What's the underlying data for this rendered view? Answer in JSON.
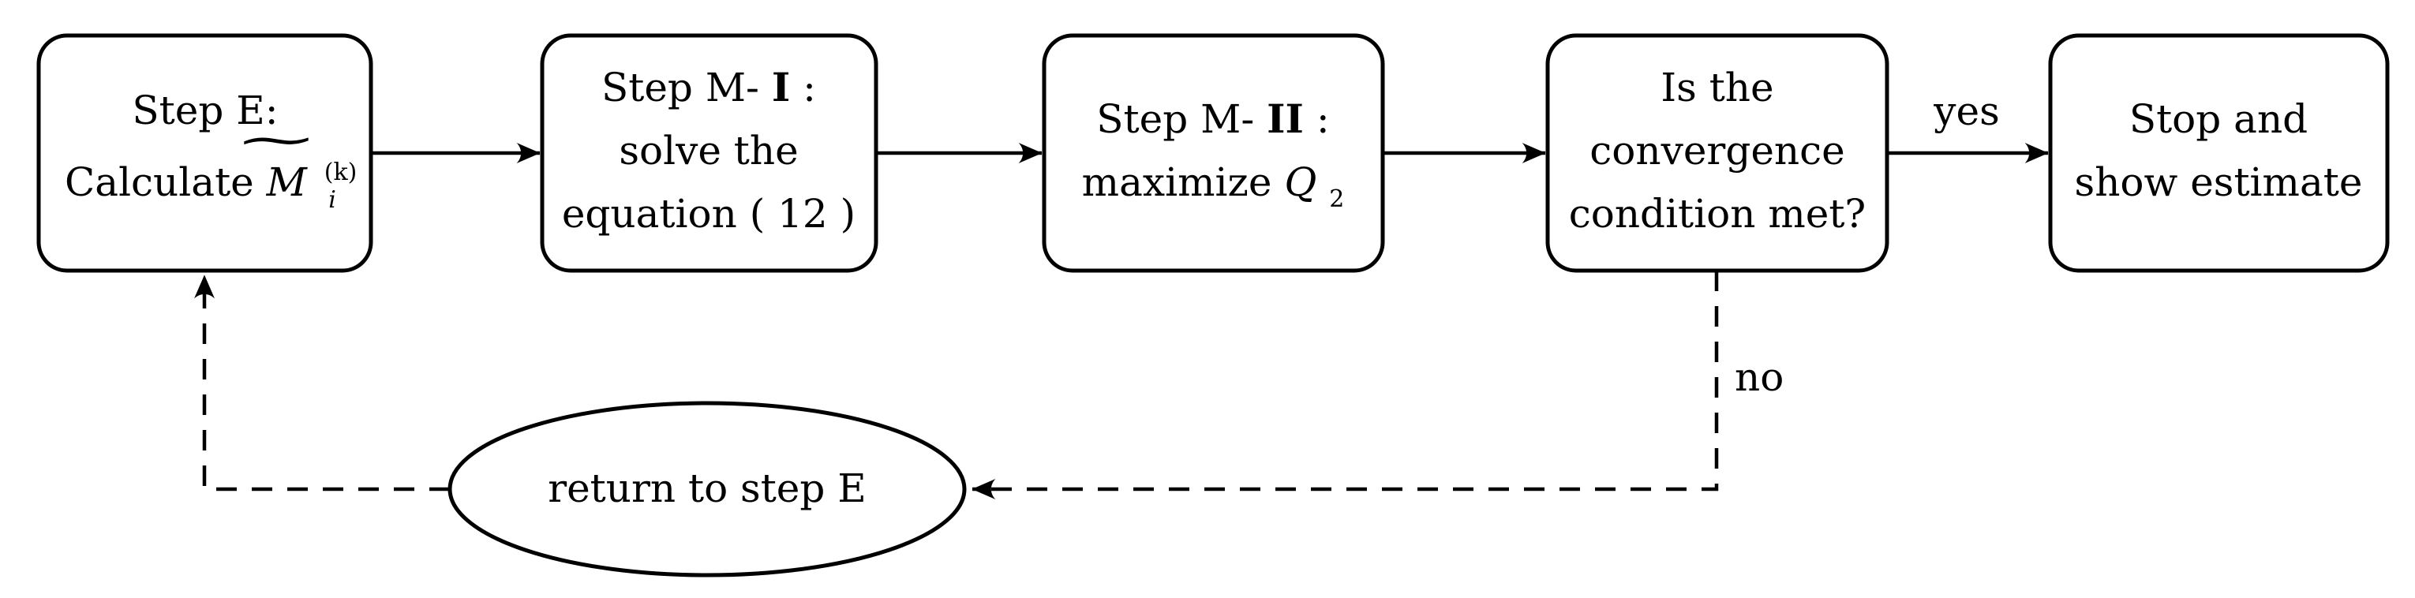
{
  "flowchart": {
    "background": "#ffffff",
    "stroke_color": "#000000",
    "link_color": "#1b79b7",
    "nodes": {
      "step_e": {
        "line1": "Step E:",
        "line2_text": "Calculate ",
        "symbol": "M",
        "symbol_sup": "(k)",
        "symbol_sub": "i",
        "accent": "∼"
      },
      "step_m1": {
        "line1_prefix": "Step M-",
        "line1_bold": "I",
        "line1_suffix": ":",
        "line2": "solve the",
        "line3_prefix": "equation (",
        "line3_link": "12",
        "line3_suffix": ")"
      },
      "step_m2": {
        "line1_prefix": "Step M-",
        "line1_bold": "II",
        "line1_suffix": ":",
        "line2_prefix": "maximize ",
        "symbol": "Q",
        "symbol_sub": "2"
      },
      "decision": {
        "line1": "Is the",
        "line2": "convergence",
        "line3": "condition met?"
      },
      "stop": {
        "line1": "Stop and",
        "line2": "show estimate"
      },
      "loop": {
        "label": "return to step E"
      }
    },
    "edges": {
      "yes_label": "yes",
      "no_label": "no"
    }
  }
}
